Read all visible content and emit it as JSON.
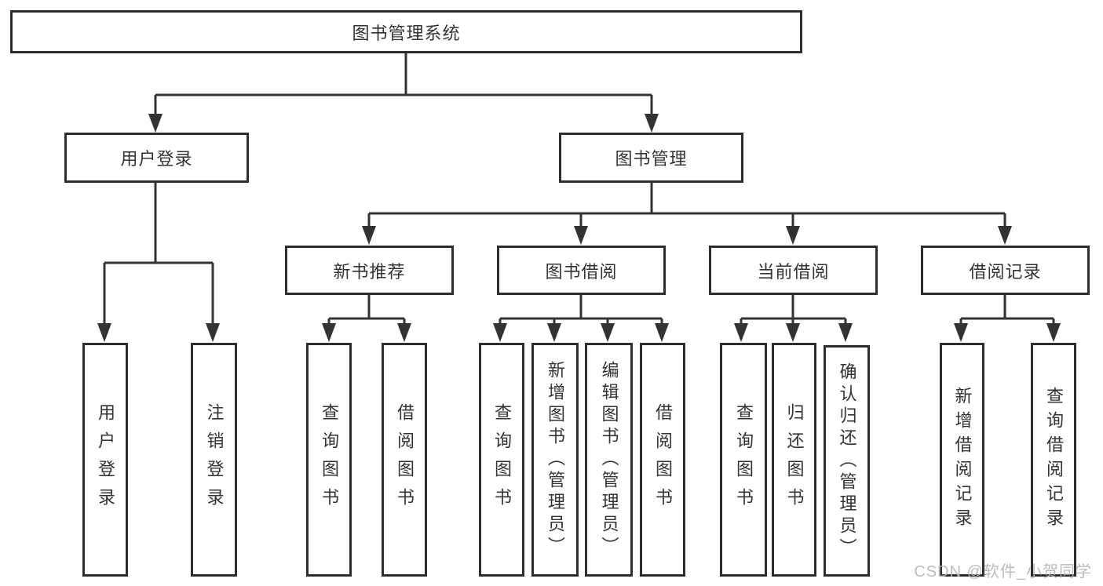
{
  "page": {
    "background": "#ffffff"
  },
  "colors": {
    "line": "#333333",
    "box_border": "#2e2e2e",
    "text": "#333333",
    "watermark": "#b5b5b5"
  },
  "watermark": {
    "text": "CSDN @软件_小贺同学"
  },
  "tree": {
    "root": {
      "label": "图书管理系统"
    },
    "branches": [
      {
        "label": "用户登录",
        "children": [
          {
            "label": "用户登录"
          },
          {
            "label": "注销登录"
          }
        ]
      },
      {
        "label": "图书管理",
        "groups": [
          {
            "label": "新书推荐",
            "children": [
              {
                "label": "查询图书"
              },
              {
                "label": "借阅图书"
              }
            ]
          },
          {
            "label": "图书借阅",
            "children": [
              {
                "label": "查询图书"
              },
              {
                "label": "新增图书（管理员）"
              },
              {
                "label": "编辑图书（管理员）"
              },
              {
                "label": "借阅图书"
              }
            ]
          },
          {
            "label": "当前借阅",
            "children": [
              {
                "label": "查询图书"
              },
              {
                "label": "归还图书"
              },
              {
                "label": "确认归还（管理员）"
              }
            ]
          },
          {
            "label": "借阅记录",
            "children": [
              {
                "label": "新增借阅记录"
              },
              {
                "label": "查询借阅记录"
              }
            ]
          }
        ]
      }
    ]
  }
}
